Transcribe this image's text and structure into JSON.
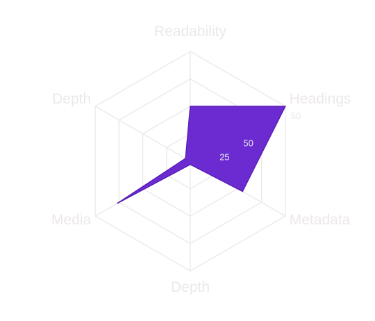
{
  "chart_data": {
    "type": "radar",
    "axes": [
      "Readability",
      "Headings",
      "Metadata",
      "Depth",
      "Media",
      "Depth"
    ],
    "series": [
      {
        "values": [
          50,
          100,
          55,
          3,
          77,
          5
        ]
      }
    ],
    "rlim": [
      0,
      100
    ],
    "ticks": [
      25,
      50,
      50
    ],
    "colors": {
      "fill": "#6b2bd1",
      "stroke": "#5a1fb8",
      "grid": "#ece9eb",
      "text": "#ece8ea"
    }
  }
}
